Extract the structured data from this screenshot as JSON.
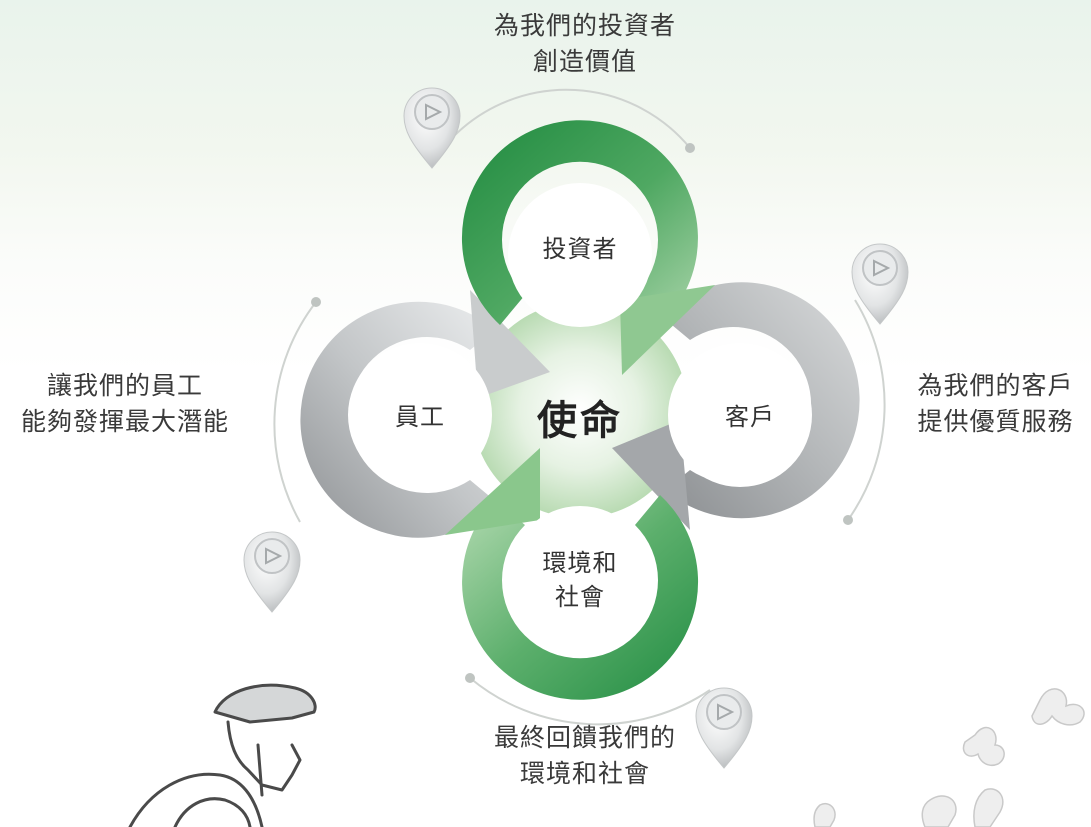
{
  "center": {
    "label": "使命"
  },
  "rings": {
    "top": {
      "label": "投資者",
      "color": "#3a9a55"
    },
    "left": {
      "label": "員工",
      "color": "#b8bbbd"
    },
    "right": {
      "label": "客戶",
      "color": "#a9acae"
    },
    "bottom": {
      "lines": [
        "環境和",
        "社會"
      ],
      "color": "#5eae6d"
    }
  },
  "outer_labels": {
    "top": [
      "為我們的投資者",
      "創造價值"
    ],
    "left": [
      "讓我們的員工",
      "能夠發揮最大潛能"
    ],
    "right": [
      "為我們的客戶",
      "提供優質服務"
    ],
    "bottom": [
      "最終回饋我們的",
      "環境和社會"
    ]
  },
  "icons": {
    "pin": "location-pin-icon",
    "play": "play-triangle-icon",
    "cyclist": "cyclist-illustration",
    "butterfly": "butterfly-illustration"
  }
}
